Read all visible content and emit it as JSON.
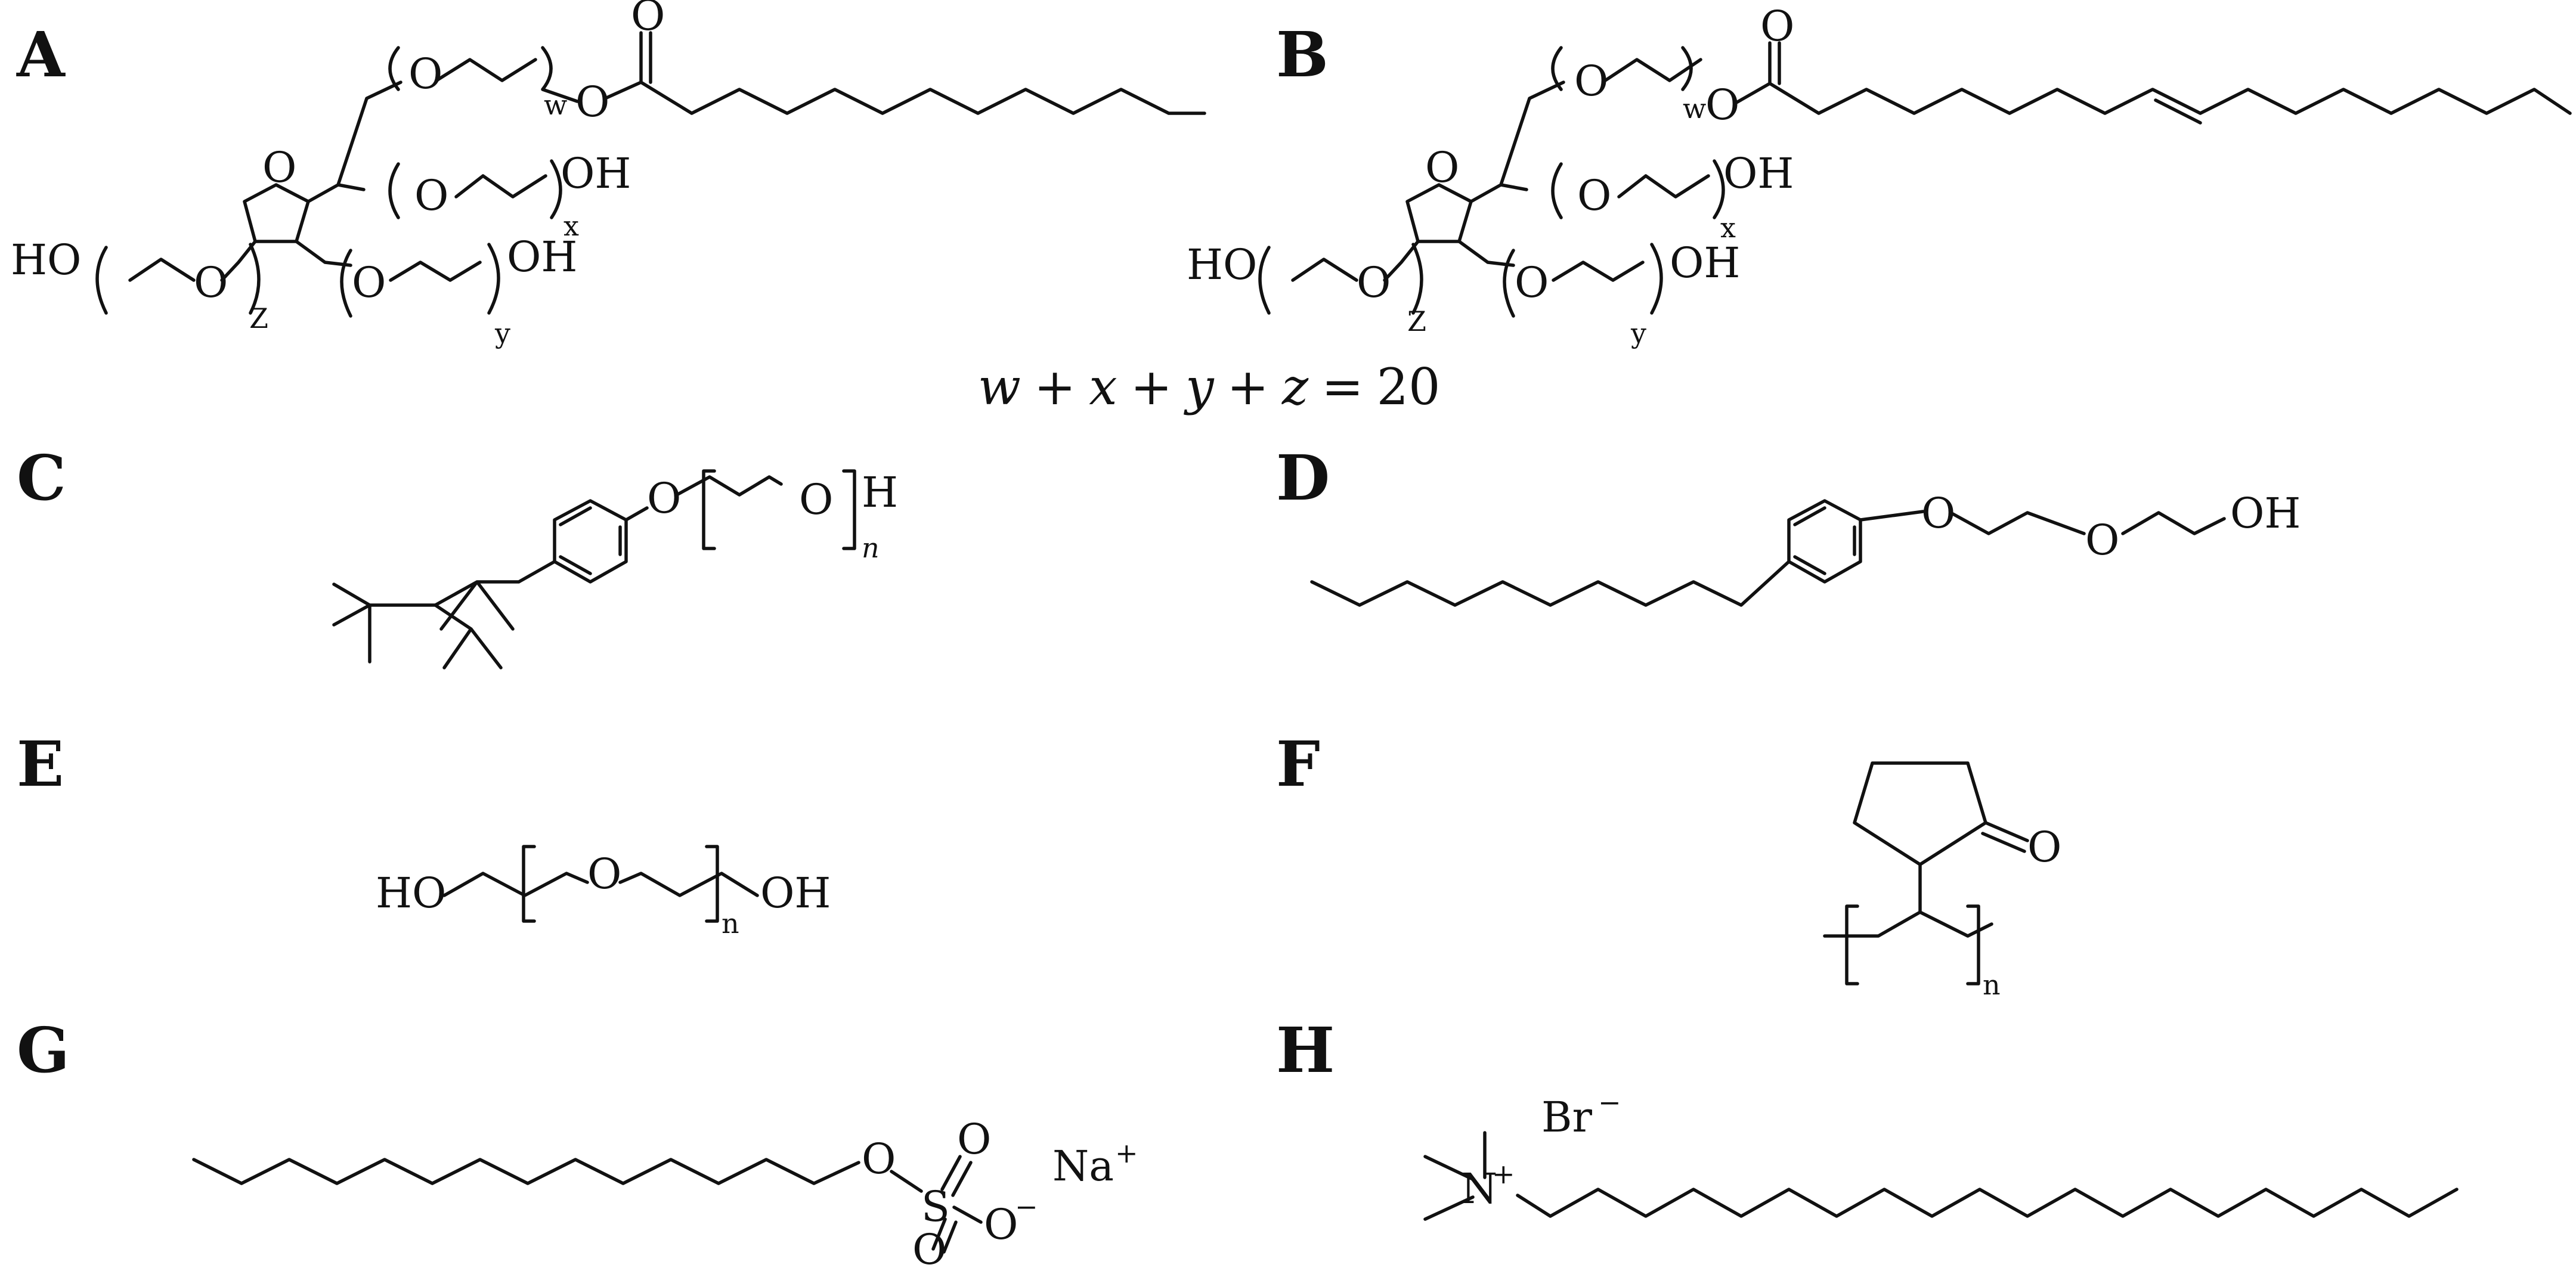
{
  "panels": {
    "A": "A",
    "B": "B",
    "C": "C",
    "D": "D",
    "E": "E",
    "F": "F",
    "G": "G",
    "H": "H"
  },
  "atoms": {
    "O": "O",
    "OH": "OH",
    "HO": "HO",
    "H": "H",
    "S": "S",
    "N": "N",
    "plus": "+",
    "Br": "Br",
    "minus": "−",
    "Na": "Na",
    "plus_na": "+"
  },
  "subscripts": {
    "w": "w",
    "x": "x",
    "y": "y",
    "z": "Z",
    "n": "n",
    "n_italic": "n"
  },
  "equation": {
    "w": "w",
    "x": "x",
    "y": "y",
    "z": "z",
    "plus": "+",
    "equals": "=",
    "value": "20"
  }
}
